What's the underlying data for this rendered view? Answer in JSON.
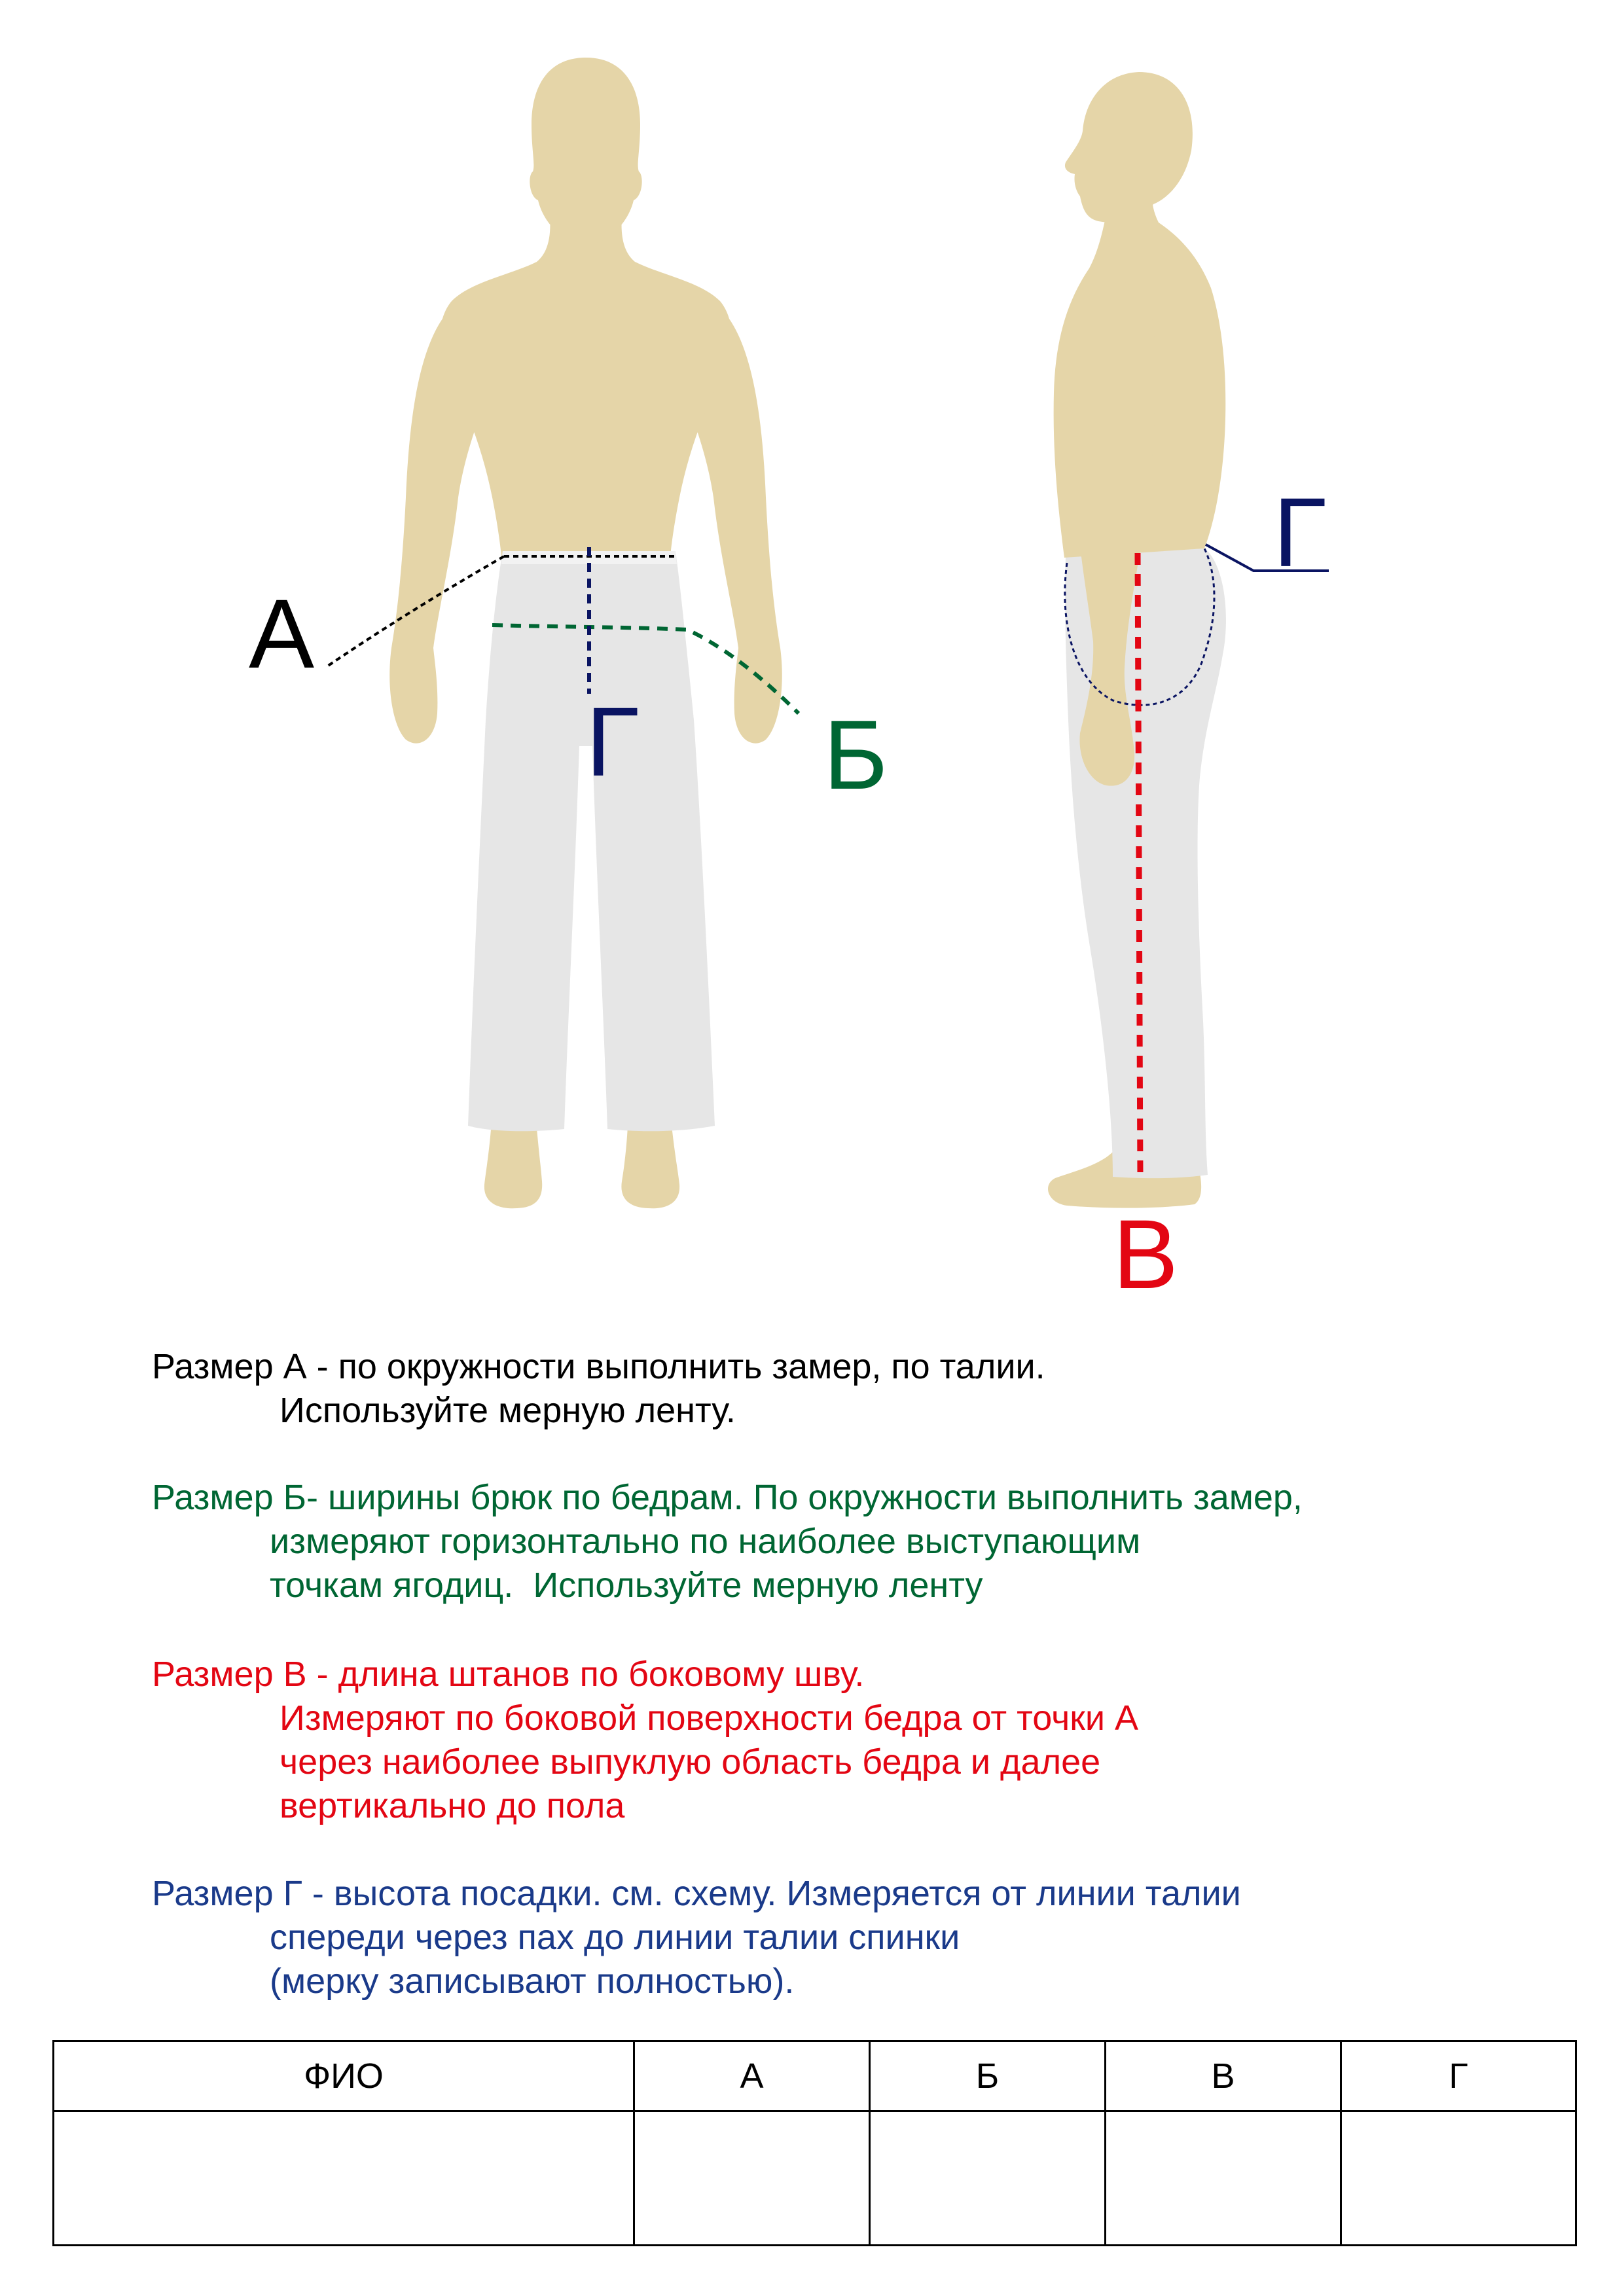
{
  "colors": {
    "skin": "#e5d5a8",
    "pants": "#e6e6e6",
    "label_a": "#000000",
    "label_b": "#006633",
    "label_v": "#e30613",
    "label_g": "#0a1462",
    "desc_a": "#000000",
    "desc_b": "#006633",
    "desc_v": "#e30613",
    "desc_g": "#1a3a8a"
  },
  "diagram": {
    "front_view": {
      "label_a": "А",
      "label_b": "Б",
      "label_g": "Г"
    },
    "side_view": {
      "label_g": "Г",
      "label_v": "В"
    }
  },
  "descriptions": {
    "a": "Размер А - по окружности выполнить замер, по талии.\n             Используйте мерную ленту.",
    "b": "Размер Б- ширины брюк по бедрам. По окружности выполнить замер,\n            измеряют горизонтально по наиболее выступающим\n            точкам ягодиц.  Используйте мерную ленту",
    "v": "Размер В - длина штанов по боковому шву.\n             Измеряют по боковой поверхности бедра от точки А\n             через наиболее выпуклую область бедра и далее\n             вертикально до пола",
    "g": "Размер Г - высота посадки. см. схему. Измеряется от линии талии\n            спереди через пах до линии талии спинки\n            (мерку записывают полностью)."
  },
  "table": {
    "headers": [
      "ФИО",
      "А",
      "Б",
      "В",
      "Г"
    ]
  }
}
